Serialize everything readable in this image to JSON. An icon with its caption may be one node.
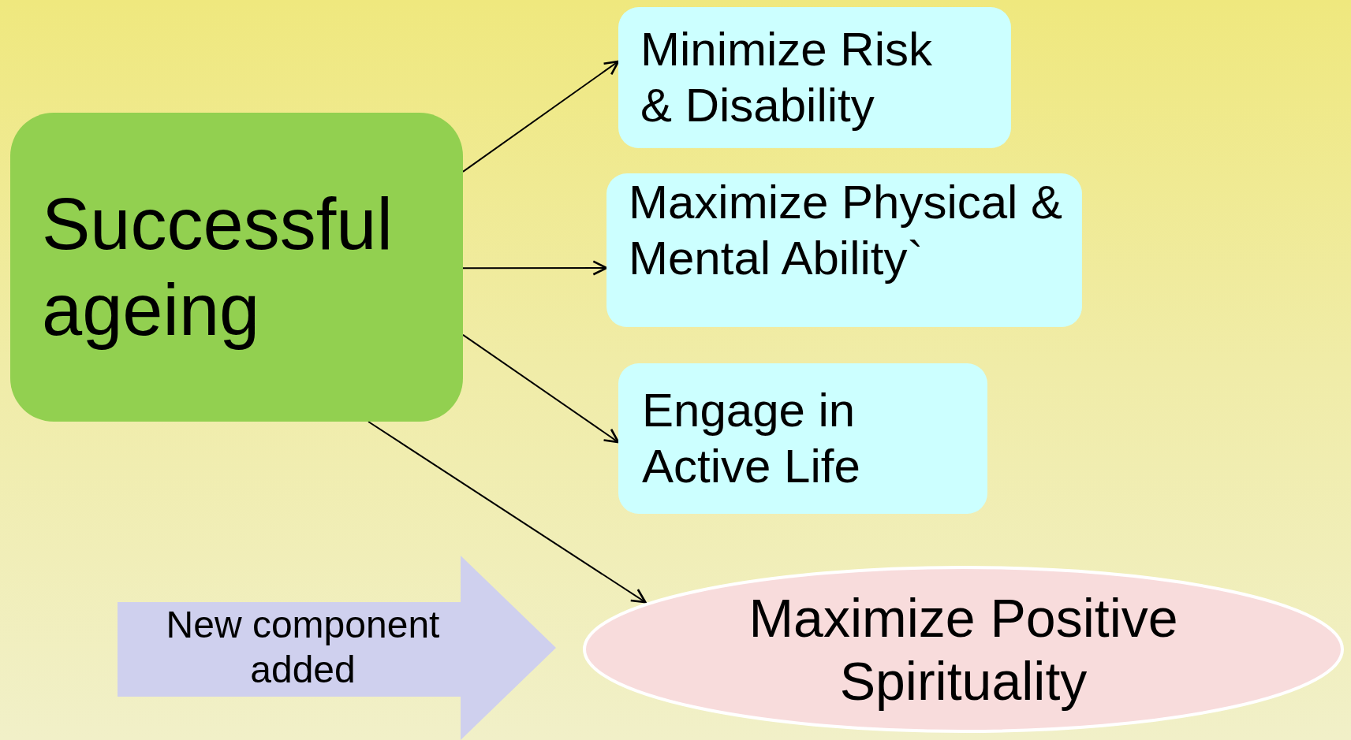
{
  "diagram": {
    "nodes": [
      {
        "text": [
          "Successful ageing"
        ]
      },
      {
        "text": [
          "Minimize Risk & Disability"
        ]
      },
      {
        "text": [
          "Maximize Physical & Mental Ability`"
        ]
      },
      {
        "text": [
          "Engage in Active Life"
        ]
      },
      {
        "text": [
          "Maximize Positive Spirituality"
        ]
      },
      {
        "text": [
          "New component added"
        ]
      }
    ],
    "edges": [
      {
        "from": 0,
        "to": 1,
        "arrow": "to"
      },
      {
        "from": 0,
        "to": 2,
        "arrow": "to"
      },
      {
        "from": 0,
        "to": 3,
        "arrow": "to"
      },
      {
        "from": 0,
        "to": 4,
        "arrow": "to"
      }
    ]
  }
}
